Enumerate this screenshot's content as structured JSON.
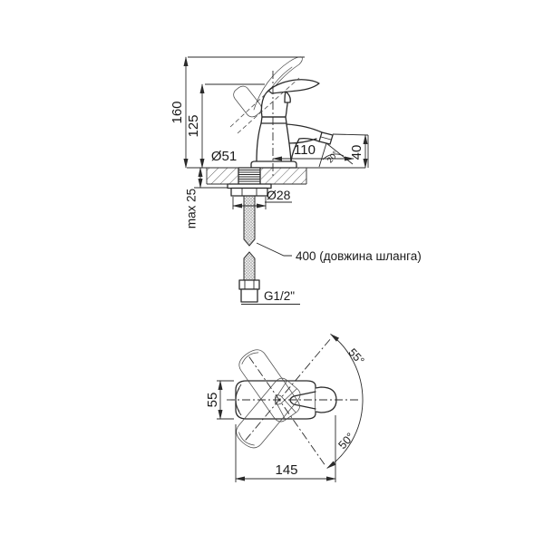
{
  "colors": {
    "background": "#ffffff",
    "line": "#2b2b2b",
    "text": "#1a1a1a"
  },
  "side_view": {
    "labels": {
      "total_height": "160",
      "upper_height": "125",
      "base_diameter": "Ø51",
      "spout_reach": "110",
      "stream_angle": "20°",
      "outlet_height": "40",
      "max_deck_thickness": "max 25",
      "shank_nut_diameter": "Ø28",
      "hose_length_note": "400 (довжина шланга)",
      "connection_thread": "G1/2\""
    }
  },
  "top_view": {
    "labels": {
      "body_width": "55",
      "handle_swivel_up": "55°",
      "handle_swivel_down": "50°",
      "overall_length": "145"
    }
  }
}
